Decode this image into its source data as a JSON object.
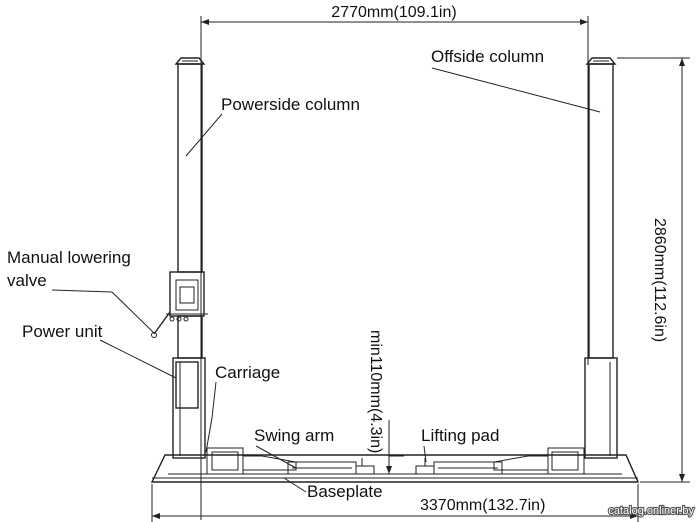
{
  "labels": {
    "offside_column": "Offside column",
    "powerside_column": "Powerside column",
    "manual_lowering_valve_line1": "Manual lowering",
    "manual_lowering_valve_line2": "valve",
    "power_unit": "Power unit",
    "carriage": "Carriage",
    "swing_arm": "Swing arm",
    "lifting_pad": "Lifting pad",
    "baseplate": "Baseplate"
  },
  "dimensions": {
    "top_width": "2770mm(109.1in)",
    "total_height": "2860mm(112.6in)",
    "min_pad_height": "min110mm(4.3in)",
    "base_width": "3370mm(132.7in)"
  },
  "watermark": "catalog.onliner.by",
  "colors": {
    "line": "#222222",
    "background": "#ffffff"
  }
}
